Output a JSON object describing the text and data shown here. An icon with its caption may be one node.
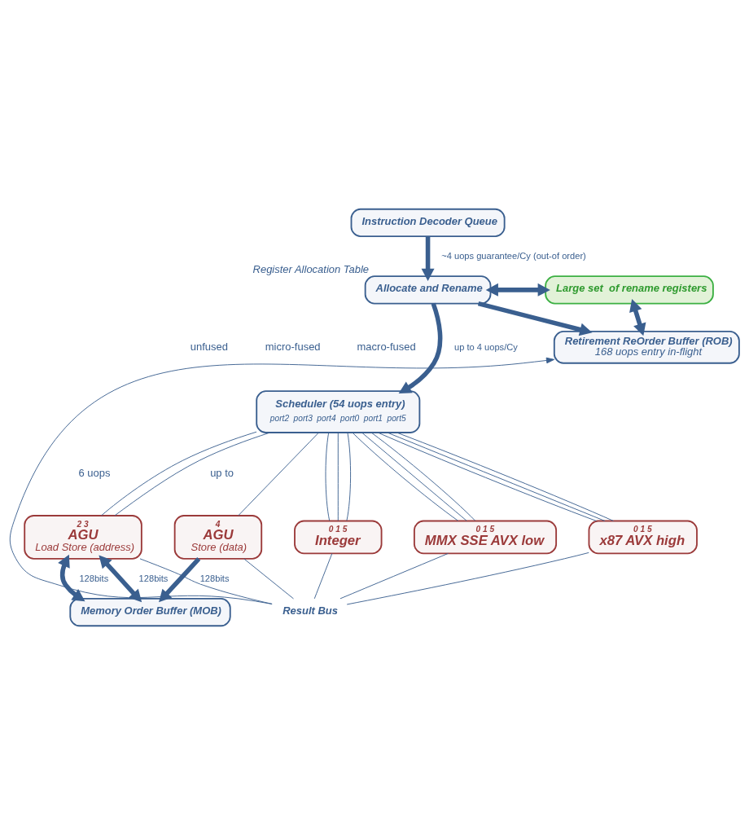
{
  "diagram": {
    "nodes": [
      {
        "text": [
          "Instruction Decoder Queue"
        ]
      },
      {
        "text": [
          "Allocate and Rename"
        ],
        "beside": [
          "Register Allocation Table"
        ]
      },
      {
        "text": [
          "Large set  of rename registers"
        ]
      },
      {
        "text": [
          "Retirement ReOrder Buffer (ROB)",
          "168 uops entry in-flight"
        ]
      },
      {
        "text": [
          "Scheduler (54 uops entry)",
          "port2",
          "port3",
          "port4",
          "port0",
          "port1",
          "port5"
        ]
      },
      {
        "text": [
          "2 3",
          "AGU",
          "Load Store (address)"
        ]
      },
      {
        "text": [
          "4",
          "AGU",
          "Store (data)"
        ]
      },
      {
        "text": [
          "0 1 5",
          "Integer"
        ]
      },
      {
        "text": [
          "0 1 5",
          "MMX SSE AVX low"
        ]
      },
      {
        "text": [
          "0 1 5",
          "x87 AVX high"
        ]
      },
      {
        "text": [
          "Memory Order Buffer (MOB)"
        ]
      },
      {
        "text": [
          "Result Bus"
        ]
      }
    ],
    "edges": [
      {
        "from": 0,
        "to": 1,
        "arrow": "to",
        "style": "thick",
        "label": "~4 uops guarantee/Cy (out-of order)"
      },
      {
        "from": 1,
        "to": 2,
        "arrow": "both",
        "style": "thick"
      },
      {
        "from": 1,
        "to": 3,
        "arrow": "to",
        "style": "thick"
      },
      {
        "from": 2,
        "to": 3,
        "arrow": "both",
        "style": "thick"
      },
      {
        "from": 1,
        "to": 4,
        "arrow": "to",
        "style": "thick",
        "label": "up to 4 uops/Cy"
      },
      {
        "from": 4,
        "to": 5,
        "arrow": "none"
      },
      {
        "from": 4,
        "to": 5,
        "arrow": "none"
      },
      {
        "from": 4,
        "to": 6,
        "arrow": "none"
      },
      {
        "from": 4,
        "to": 7,
        "arrow": "none"
      },
      {
        "from": 4,
        "to": 7,
        "arrow": "none"
      },
      {
        "from": 4,
        "to": 7,
        "arrow": "none"
      },
      {
        "from": 4,
        "to": 8,
        "arrow": "none"
      },
      {
        "from": 4,
        "to": 8,
        "arrow": "none"
      },
      {
        "from": 4,
        "to": 8,
        "arrow": "none"
      },
      {
        "from": 4,
        "to": 9,
        "arrow": "none"
      },
      {
        "from": 4,
        "to": 9,
        "arrow": "none"
      },
      {
        "from": 4,
        "to": 9,
        "arrow": "none"
      },
      {
        "from": 5,
        "to": 10,
        "arrow": "both",
        "style": "thick",
        "label": "128bits"
      },
      {
        "from": 5,
        "to": 10,
        "arrow": "both",
        "style": "thick",
        "label": "128bits"
      },
      {
        "from": 6,
        "to": 10,
        "arrow": "to",
        "style": "thick",
        "label": "128bits"
      },
      {
        "from": 5,
        "to": 11,
        "arrow": "none"
      },
      {
        "from": 6,
        "to": 11,
        "arrow": "none"
      },
      {
        "from": 7,
        "to": 11,
        "arrow": "none"
      },
      {
        "from": 8,
        "to": 11,
        "arrow": "none"
      },
      {
        "from": 9,
        "to": 11,
        "arrow": "none"
      },
      {
        "from": 11,
        "to": 3,
        "arrow": "to"
      }
    ],
    "labels": [
      "unfused",
      "micro-fused",
      "macro-fused",
      "up to",
      "6 uops"
    ]
  }
}
